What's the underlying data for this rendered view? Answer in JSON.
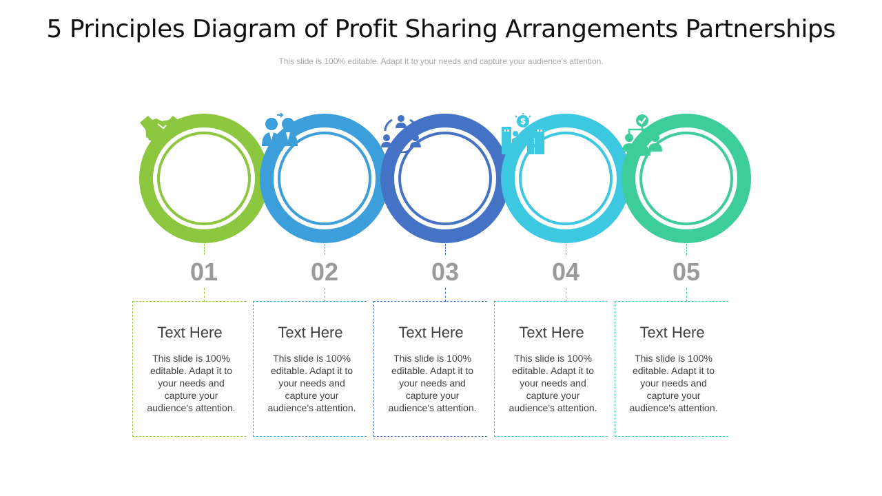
{
  "title": "5 Principles Diagram of Profit Sharing Arrangements Partnerships",
  "subtitle": "This slide is 100% editable. Adapt it to your needs and capture your audience's attention.",
  "steps": [
    {
      "number": "01",
      "heading": "Text Here",
      "body": "This slide is 100% editable. Adapt it to your needs and capture your audience's attention.",
      "color": "#8dc63f",
      "icon": "handshake-icon"
    },
    {
      "number": "02",
      "heading": "Text Here",
      "body": "This slide is 100% editable. Adapt it to your needs and capture your audience's attention.",
      "color": "#3c9fdc",
      "icon": "business-partners-icon"
    },
    {
      "number": "03",
      "heading": "Text Here",
      "body": "This slide is 100% editable. Adapt it to your needs and capture your audience's attention.",
      "color": "#4472c4",
      "icon": "team-network-icon"
    },
    {
      "number": "04",
      "heading": "Text Here",
      "body": "This slide is 100% editable. Adapt it to your needs and capture your audience's attention.",
      "color": "#3cc8e0",
      "icon": "business-deal-icon"
    },
    {
      "number": "05",
      "heading": "Text Here",
      "body": "This slide is 100% editable. Adapt it to your needs and capture your audience's attention.",
      "color": "#3ccd9a",
      "icon": "team-approval-icon"
    }
  ]
}
